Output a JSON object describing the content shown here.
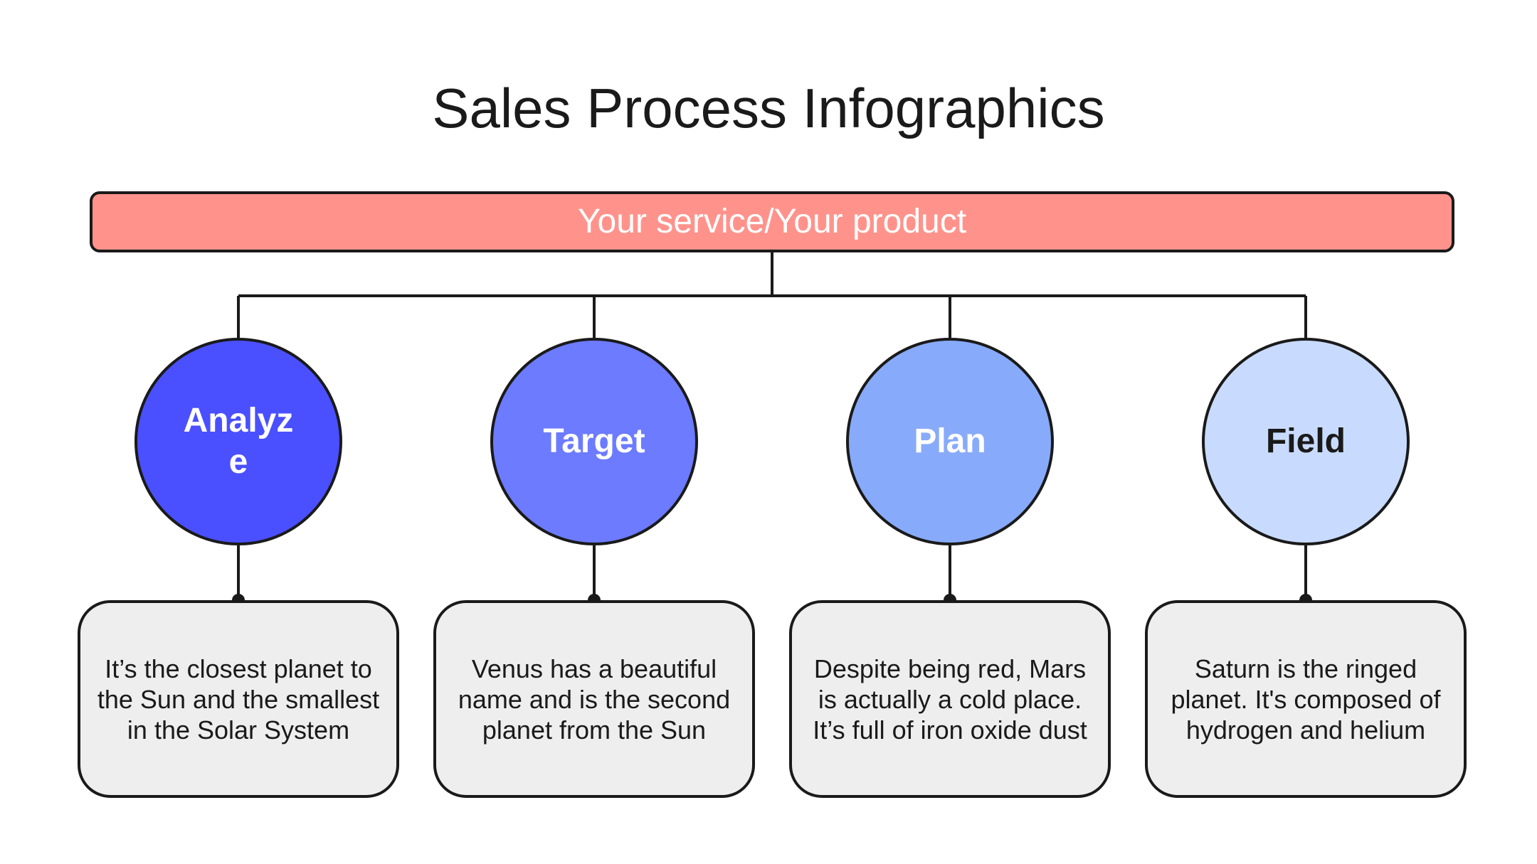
{
  "title": "Sales Process Infographics",
  "banner": {
    "label": "Your service/Your product",
    "color": "#ff938c"
  },
  "steps": [
    {
      "label": "Analyze",
      "description": "It’s the closest planet to the Sun and the smallest in the Solar System",
      "circle_color": "#4a50ff",
      "label_color": "#ffffff"
    },
    {
      "label": "Target",
      "description": "Venus has a beautiful name and is the second planet from the Sun",
      "circle_color": "#6c7bff",
      "label_color": "#ffffff"
    },
    {
      "label": "Plan",
      "description": "Despite being red, Mars is actually a cold place. It’s full of iron oxide dust",
      "circle_color": "#88aafa",
      "label_color": "#ffffff"
    },
    {
      "label": "Field",
      "description": "Saturn is the ringed planet. It's composed of hydrogen and helium",
      "circle_color": "#c8dbff",
      "label_color": "#1a1a1a"
    }
  ]
}
